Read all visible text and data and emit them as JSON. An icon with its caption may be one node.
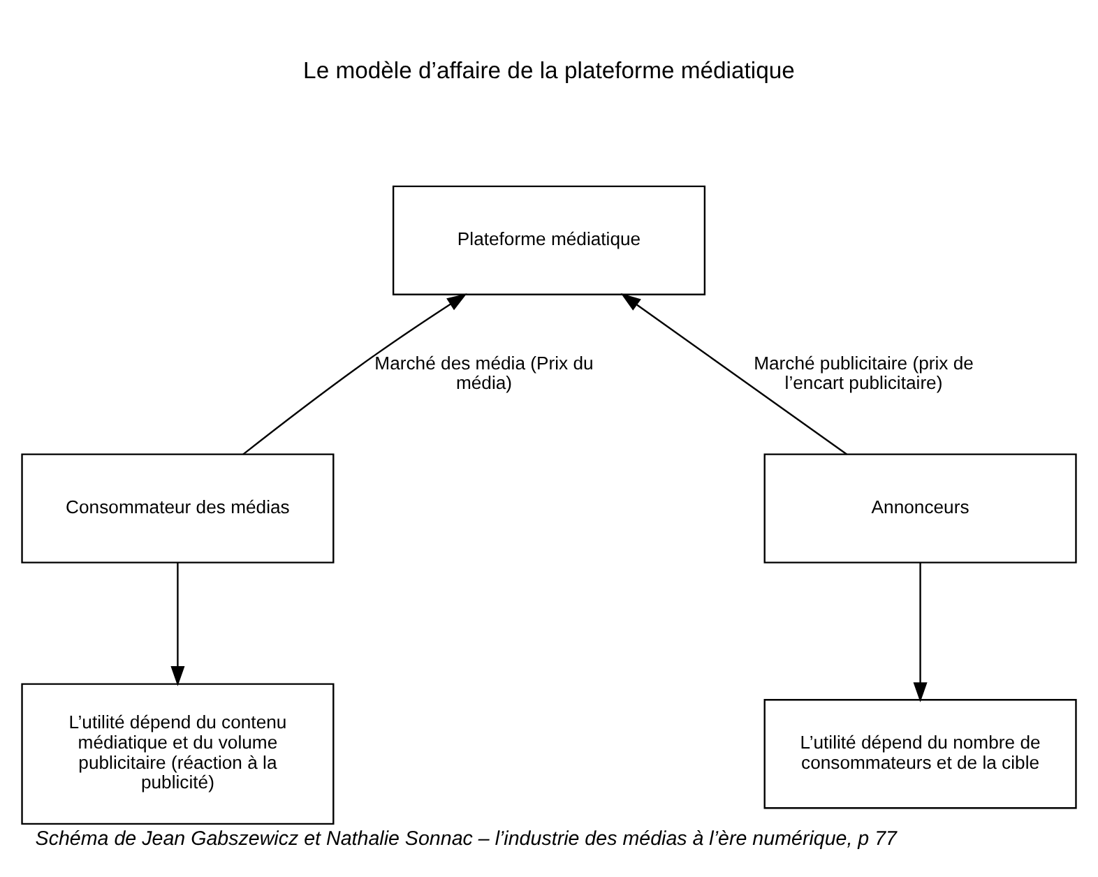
{
  "diagram": {
    "title": "Le modèle d’affaire de la plateforme médiatique",
    "caption": "Schéma de Jean Gabszewicz et Nathalie Sonnac – l’industrie des médias à l’ère numérique, p 77",
    "nodes": [
      {
        "text": [
          "Plateforme médiatique"
        ]
      },
      {
        "text": [
          "Consommateur des médias"
        ]
      },
      {
        "text": [
          "Annonceurs"
        ]
      },
      {
        "text": [
          "L’utilité dépend du contenu médiatique et du volume publicitaire (réaction à la publicité)"
        ]
      },
      {
        "text": [
          "L’utilité dépend du nombre de consommateurs et de la cible"
        ]
      }
    ],
    "edges": [
      {
        "from": 1,
        "to": 0,
        "arrow": "to",
        "label": "Marché des média (Prix du média)"
      },
      {
        "from": 2,
        "to": 0,
        "arrow": "to",
        "label": "Marché publicitaire (prix de l’encart publicitaire)"
      },
      {
        "from": 1,
        "to": 3,
        "arrow": "to"
      },
      {
        "from": 2,
        "to": 4,
        "arrow": "to"
      }
    ]
  }
}
